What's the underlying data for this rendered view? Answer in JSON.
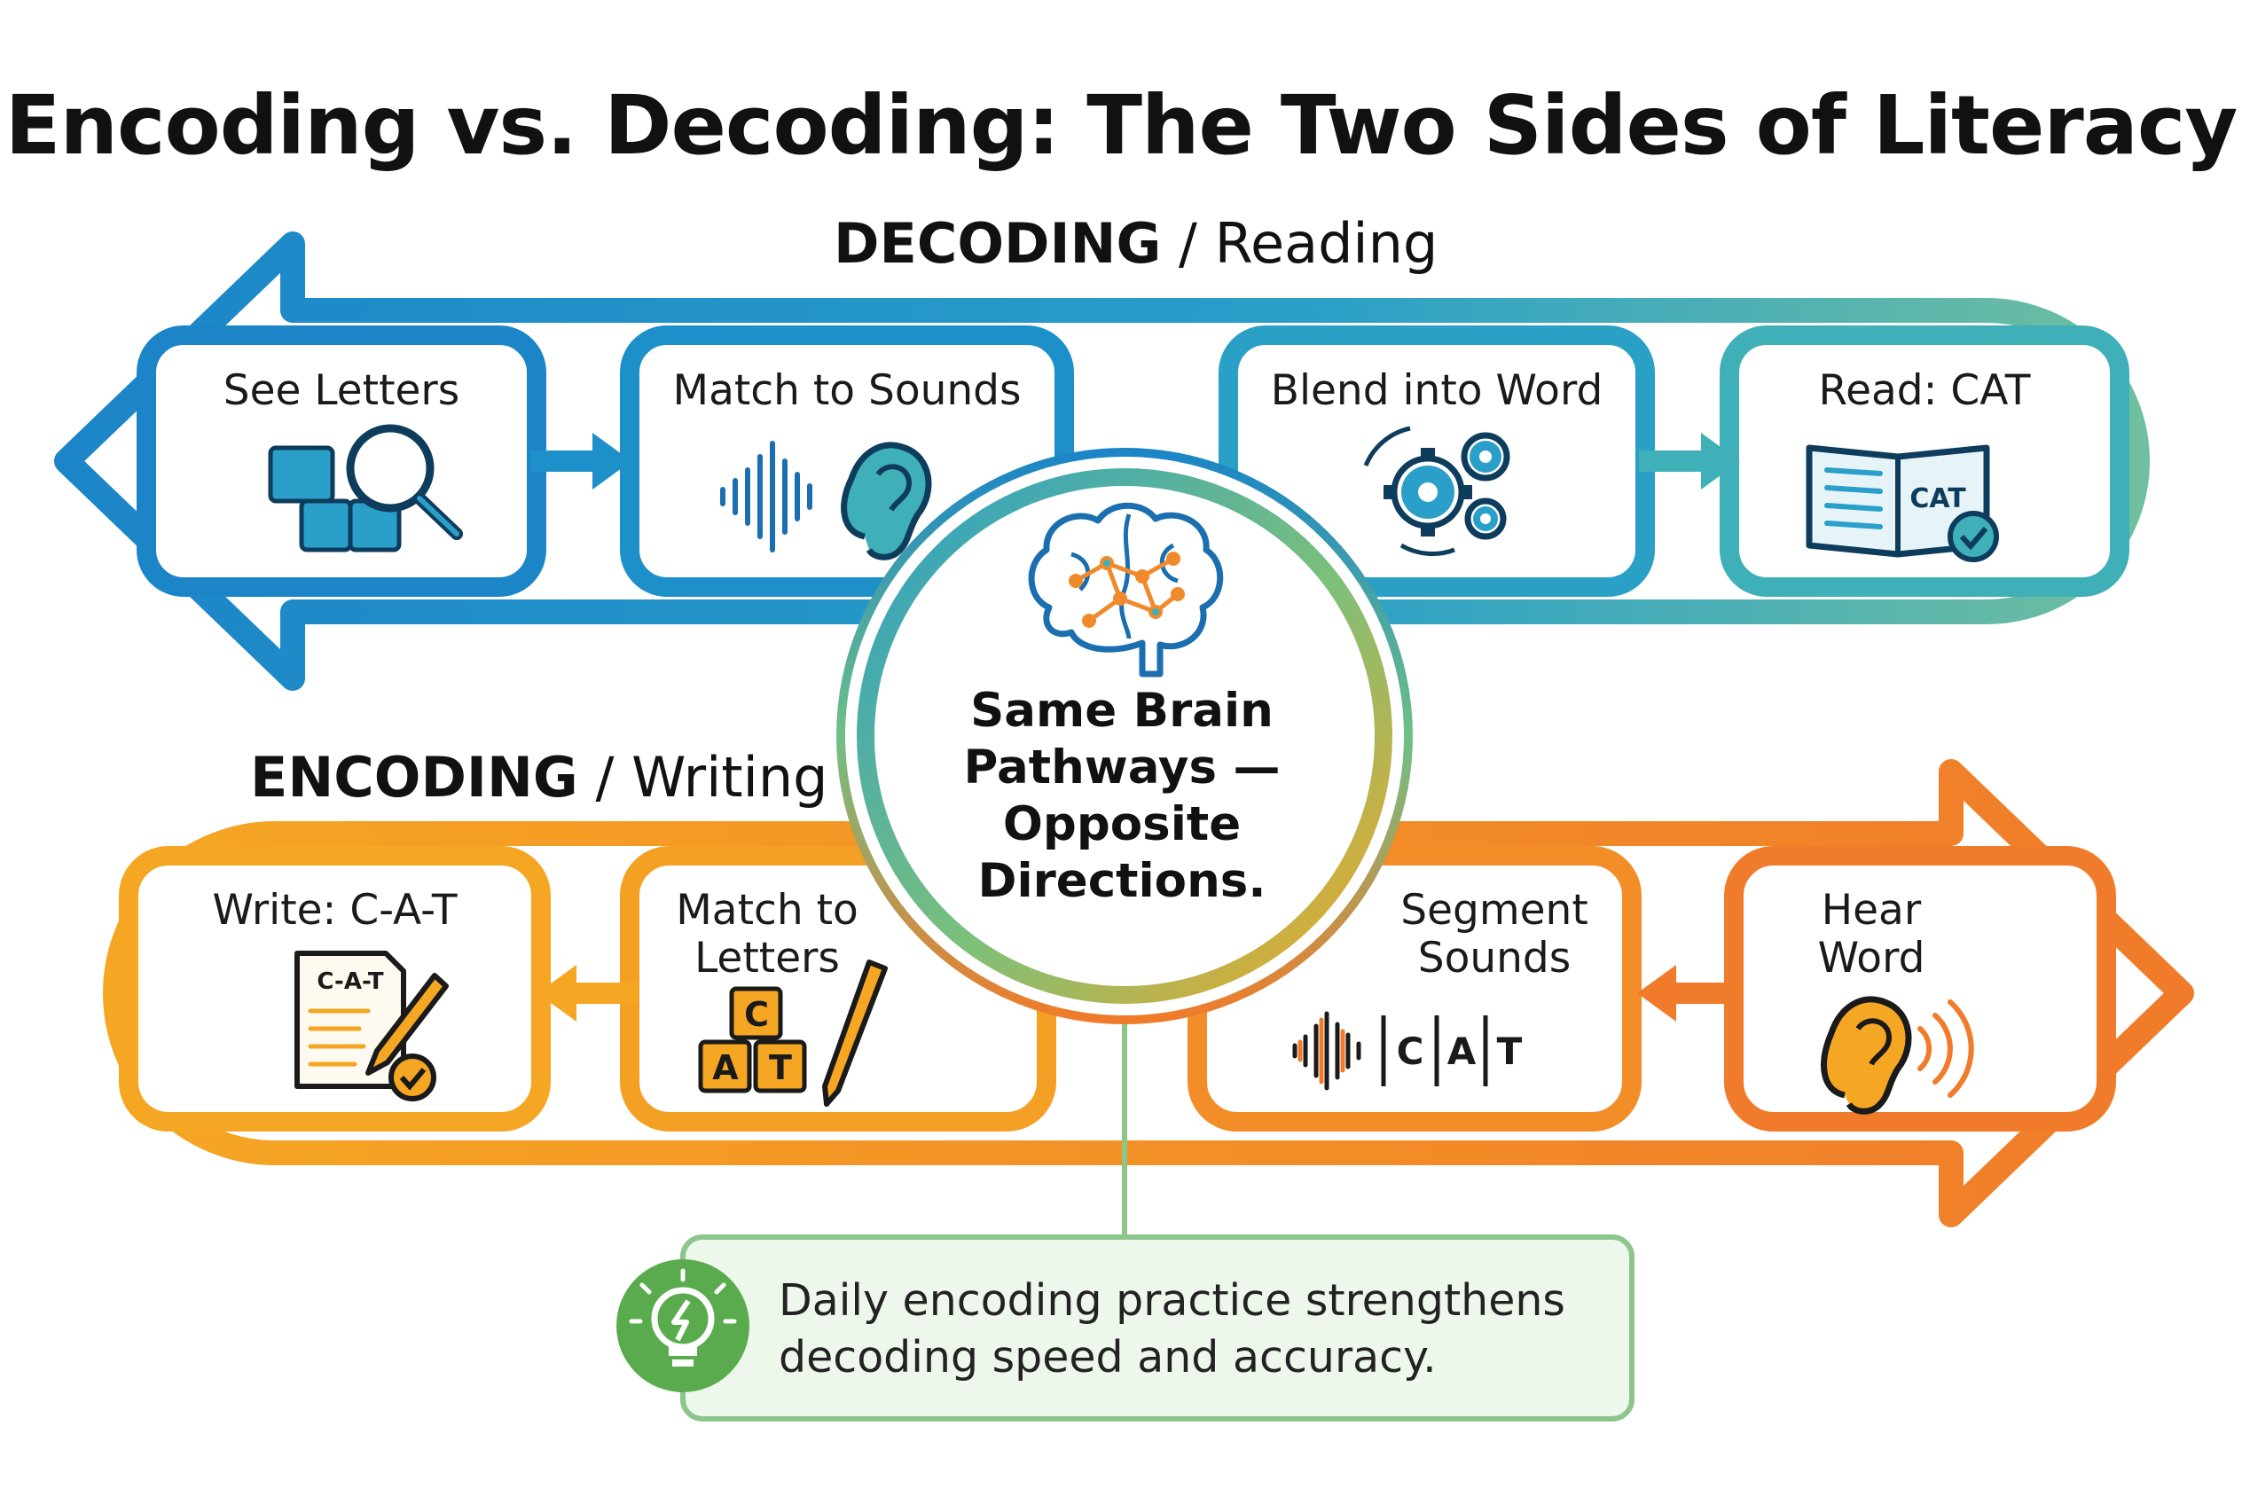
{
  "title": "Encoding vs. Decoding: The Two Sides of Literacy",
  "decoding": {
    "heading_bold": "DECODING",
    "heading_rest": " / Reading",
    "steps": [
      {
        "label": "See Letters",
        "icon": "magnifier-letters-icon"
      },
      {
        "label": "Match to Sounds",
        "icon": "soundwave-ear-icon"
      },
      {
        "label": "Blend into Word",
        "icon": "gears-icon"
      },
      {
        "label": "Read: CAT",
        "icon": "open-book-check-icon"
      }
    ],
    "book_word": "CAT",
    "colors": {
      "start": "#1b85c7",
      "end": "#6fbfa0"
    }
  },
  "encoding": {
    "heading_bold": "ENCODING",
    "heading_rest": " / Writing",
    "steps": [
      {
        "label": "Write: C-A-T",
        "icon": "document-pencil-check-icon"
      },
      {
        "label": "Match to Letters",
        "icon": "letter-blocks-pencil-icon"
      },
      {
        "label": "Segment Sounds",
        "icon": "soundwave-letters-icon"
      },
      {
        "label": "Hear Word",
        "icon": "ear-sound-icon"
      }
    ],
    "doc_word": "C-A-T",
    "blocks": [
      "C",
      "A",
      "T"
    ],
    "segment_letters": [
      "C",
      "A",
      "T"
    ],
    "colors": {
      "start": "#f5a623",
      "end": "#f07b2a"
    }
  },
  "center": {
    "text": "Same Brain Pathways — Opposite Directions.",
    "icon": "brain-network-icon"
  },
  "tip": {
    "text": "Daily encoding practice strengthens decoding speed and accuracy.",
    "icon": "lightbulb-icon",
    "color": "#5aab4e"
  }
}
